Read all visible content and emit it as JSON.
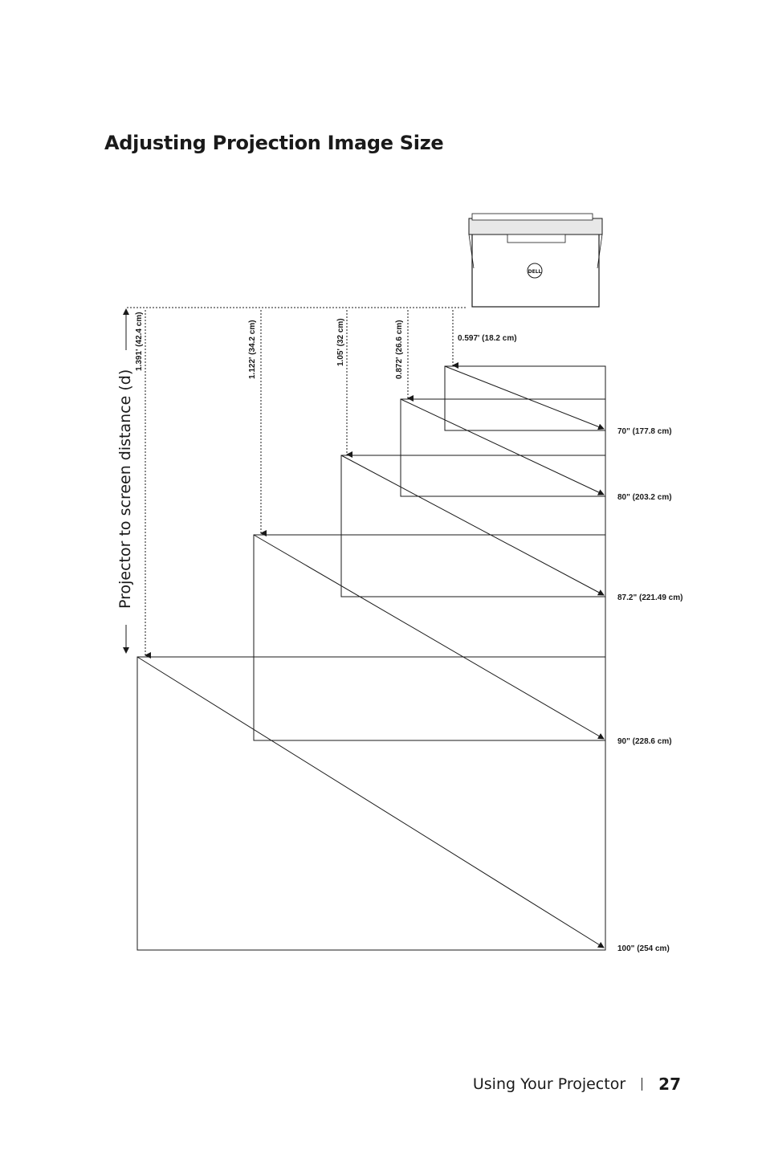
{
  "title": "Adjusting Projection Image Size",
  "axis_label": "Projector to screen distance (d)",
  "distances": {
    "d1": "1.391' (42.4 cm)",
    "d2": "1.122' (34.2 cm)",
    "d3": "1.05' (32 cm)",
    "d4": "0.872' (26.6 cm)",
    "d5": "0.597' (18.2 cm)"
  },
  "screen_sizes": {
    "s70": "70\" (177.8 cm)",
    "s80": "80\" (203.2 cm)",
    "s87": "87.2\" (221.49 cm)",
    "s90": "90\" (228.6 cm)",
    "s100": "100\" (254 cm)"
  },
  "footer": {
    "section": "Using Your Projector",
    "page_number": "27"
  },
  "logo_text": "DELL"
}
